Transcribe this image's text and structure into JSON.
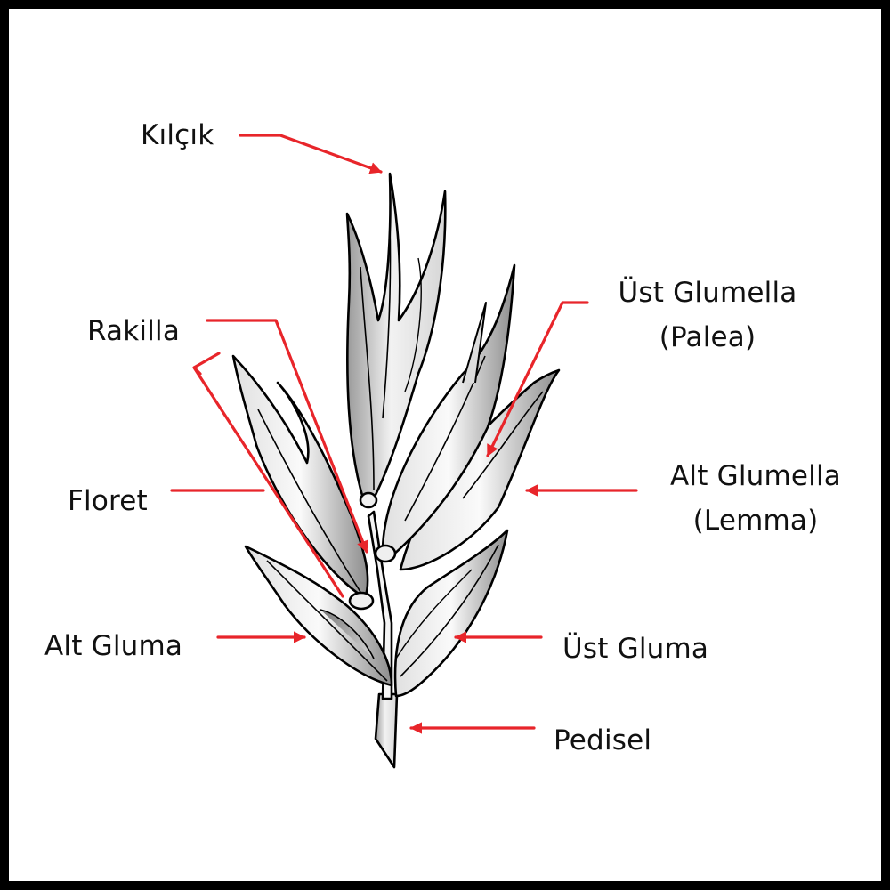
{
  "colors": {
    "arrow": "#e8252a",
    "outline": "#000000",
    "fill": "#e9e9e9",
    "background": "#ffffff"
  },
  "labels": {
    "kilcik": "Kılçık",
    "ust_glumella_1": "Üst Glumella",
    "ust_glumella_2": "(Palea)",
    "rakilla": "Rakilla",
    "alt_glumella_1": "Alt Glumella",
    "alt_glumella_2": "(Lemma)",
    "floret": "Floret",
    "alt_gluma": "Alt Gluma",
    "ust_gluma": "Üst Gluma",
    "pedisel": "Pedisel"
  }
}
